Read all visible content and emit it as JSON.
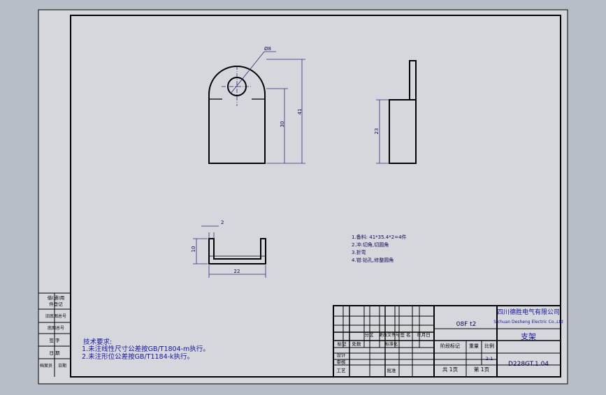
{
  "drawing": {
    "dims": {
      "dia": "Ø8",
      "h41": "41",
      "h30": "30",
      "h23": "23",
      "w2": "2",
      "h10": "10",
      "w22": "22"
    },
    "notes": [
      "1.备料: 41*35.4*2=4件",
      "2.冲:切角,切圆角",
      "3.折弯",
      "4.钳:钻孔,修整圆角"
    ],
    "tech_title": "技术要求:",
    "tech_lines": [
      "1.未注线性尺寸公差按GB/T1804-m执行。",
      "2.未注形位公差按GB/T1184-k执行。"
    ],
    "left_strip": [
      "借(通)用",
      "件登记",
      "旧底图总号",
      "底图总号",
      "签 字",
      "日 期",
      "档案员",
      "日期"
    ]
  },
  "title_block": {
    "material": "08F t2",
    "company_cn": "四川德胜电气有限公司",
    "company_en": "Sichuan Desheng Electric Co.,Ltd",
    "part_name": "支架",
    "drawing_no": "D228GT.1.04",
    "stage_mark": "阶段标记",
    "weight_label": "重量",
    "scale_label": "比例",
    "scale_value": "2:1",
    "total_sheets": "共 1页",
    "sheet_no": "第 1页",
    "rev_labels": [
      "标记",
      "处数",
      "分区",
      "更改文件号",
      "签 名",
      "年月日"
    ],
    "sign_labels": [
      "设计",
      "标准化"
    ],
    "sign_labels2": [
      "审核",
      "工艺"
    ],
    "approve_label": "批准"
  }
}
